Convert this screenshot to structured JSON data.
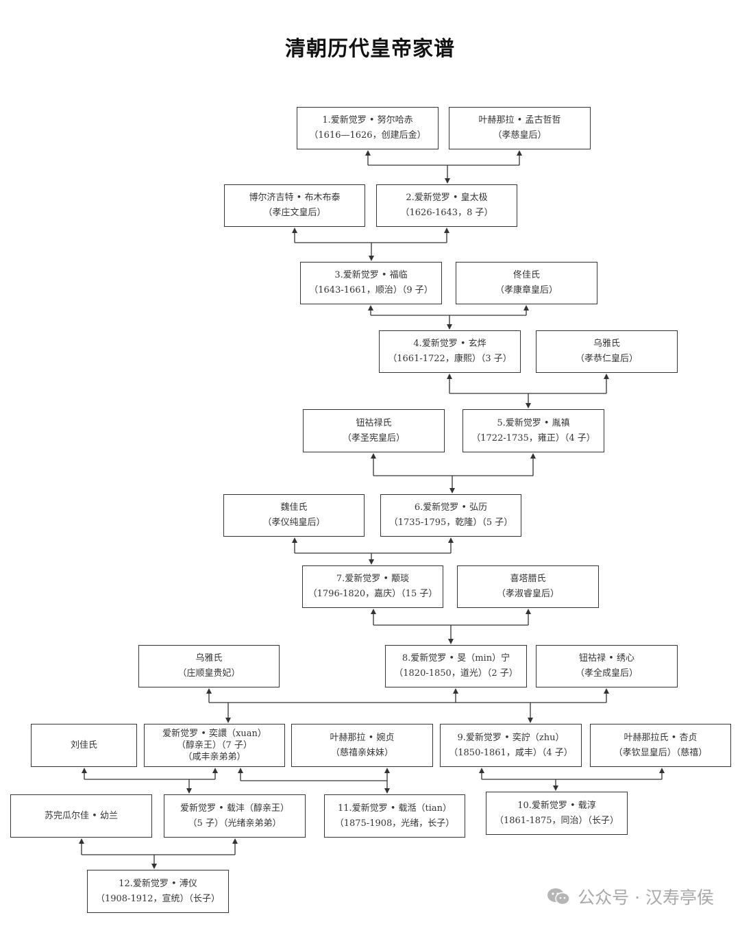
{
  "title": "清朝历代皇帝家谱",
  "nodes": [
    {
      "id": "n1",
      "lines": [
        "1.爱新觉罗 • 努尔哈赤",
        "（1616—1626，创建后金）"
      ]
    },
    {
      "id": "n2",
      "lines": [
        "叶赫那拉 • 孟古哲哲",
        "（孝慈皇后）"
      ]
    },
    {
      "id": "n3",
      "lines": [
        "博尔济吉特 • 布木布泰",
        "（孝庄文皇后）"
      ]
    },
    {
      "id": "n4",
      "lines": [
        "2.爱新觉罗 • 皇太极",
        "（1626-1643，8 子）"
      ]
    },
    {
      "id": "n5",
      "lines": [
        "3.爱新觉罗 • 福临",
        "（1643-1661，顺治）（9 子）"
      ]
    },
    {
      "id": "n6",
      "lines": [
        "佟佳氏",
        "（孝康章皇后）"
      ]
    },
    {
      "id": "n7",
      "lines": [
        "4.爱新觉罗 • 玄烨",
        "（1661-1722，康熙）（3 子）"
      ]
    },
    {
      "id": "n8",
      "lines": [
        "乌雅氏",
        "（孝恭仁皇后）"
      ]
    },
    {
      "id": "n9",
      "lines": [
        "钮祜禄氏",
        "（孝圣宪皇后）"
      ]
    },
    {
      "id": "n10",
      "lines": [
        "5.爱新觉罗 • 胤禛",
        "（1722-1735，雍正）（4 子）"
      ]
    },
    {
      "id": "n11",
      "lines": [
        "魏佳氏",
        "（孝仪纯皇后）"
      ]
    },
    {
      "id": "n12",
      "lines": [
        "6.爱新觉罗 • 弘历",
        "（1735-1795，乾隆）（5 子）"
      ]
    },
    {
      "id": "n13",
      "lines": [
        "7.爱新觉罗 • 颙琰",
        "（1796-1820，嘉庆）（15 子）"
      ]
    },
    {
      "id": "n14",
      "lines": [
        "喜塔腊氏",
        "（孝淑睿皇后）"
      ]
    },
    {
      "id": "n15",
      "lines": [
        "乌雅氏",
        "（庄顺皇贵妃）"
      ]
    },
    {
      "id": "n16",
      "lines": [
        "8.爱新觉罗 • 旻（min）宁",
        "（1820-1850，道光）（2 子）"
      ]
    },
    {
      "id": "n17b",
      "lines": [
        "钮祜禄 • 绣心",
        "（孝全成皇后）"
      ]
    },
    {
      "id": "n18",
      "lines": [
        "刘佳氏"
      ]
    },
    {
      "id": "n17",
      "lines": [
        "爱新觉罗 • 奕譞（xuan）",
        "（醇亲王）（7 子）",
        "（咸丰亲弟弟）"
      ]
    },
    {
      "id": "n19",
      "lines": [
        "叶赫那拉 • 婉贞",
        "（慈禧亲妹妹）"
      ]
    },
    {
      "id": "n20",
      "lines": [
        "9.爱新觉罗 • 奕詝（zhu）",
        "（1850-1861，咸丰）（4 子）"
      ]
    },
    {
      "id": "n21",
      "lines": [
        "叶赫那拉氏 • 杏贞",
        "（孝钦显皇后）（慈禧）"
      ]
    },
    {
      "id": "n22",
      "lines": [
        "苏完瓜尔佳 • 幼兰"
      ]
    },
    {
      "id": "n23",
      "lines": [
        "爱新觉罗 • 载沣（醇亲王）",
        "（5 子）（光绪亲弟弟）"
      ]
    },
    {
      "id": "n24",
      "lines": [
        "11.爱新觉罗 • 载湉（tian）",
        "（1875-1908，光绪，长子）"
      ]
    },
    {
      "id": "n25",
      "lines": [
        "10.爱新觉罗 • 载淳",
        "（1861-1875，同治）（长子）"
      ]
    },
    {
      "id": "n26",
      "lines": [
        "12.爱新觉罗 • 溥仪",
        "（1908-1912，宣统）（长子）"
      ]
    }
  ],
  "watermark": {
    "text": "公众号 · 汉寿亭侯",
    "icon": "wechat-icon"
  }
}
